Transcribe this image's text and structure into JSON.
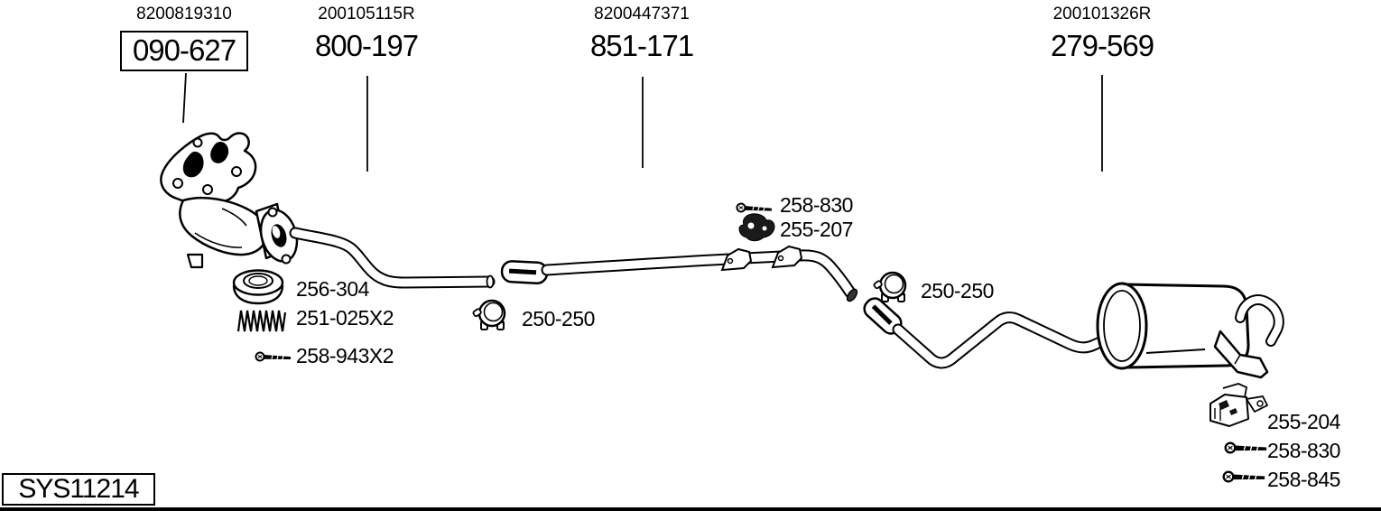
{
  "diagram": {
    "system_code": "SYS11214",
    "assemblies": [
      {
        "ref": "8200819310",
        "part": "090-627",
        "boxed": true
      },
      {
        "ref": "200105115R",
        "part": "800-197",
        "boxed": false
      },
      {
        "ref": "8200447371",
        "part": "851-171",
        "boxed": false
      },
      {
        "ref": "200101326R",
        "part": "279-569",
        "boxed": false
      }
    ],
    "components": [
      {
        "part": "256-304",
        "icon": "gasket-ring"
      },
      {
        "part": "251-025X2",
        "icon": "spring"
      },
      {
        "part": "258-943X2",
        "icon": "bolt"
      },
      {
        "part": "250-250",
        "icon": "clamp"
      },
      {
        "part": "258-830",
        "icon": "bolt"
      },
      {
        "part": "255-207",
        "icon": "rubber-mount"
      },
      {
        "part": "250-250",
        "icon": "clamp"
      },
      {
        "part": "255-204",
        "icon": "hanger-bracket"
      },
      {
        "part": "258-830",
        "icon": "bolt"
      },
      {
        "part": "258-845",
        "icon": "bolt"
      }
    ],
    "line_color": "#000000",
    "background_color": "#ffffff"
  }
}
